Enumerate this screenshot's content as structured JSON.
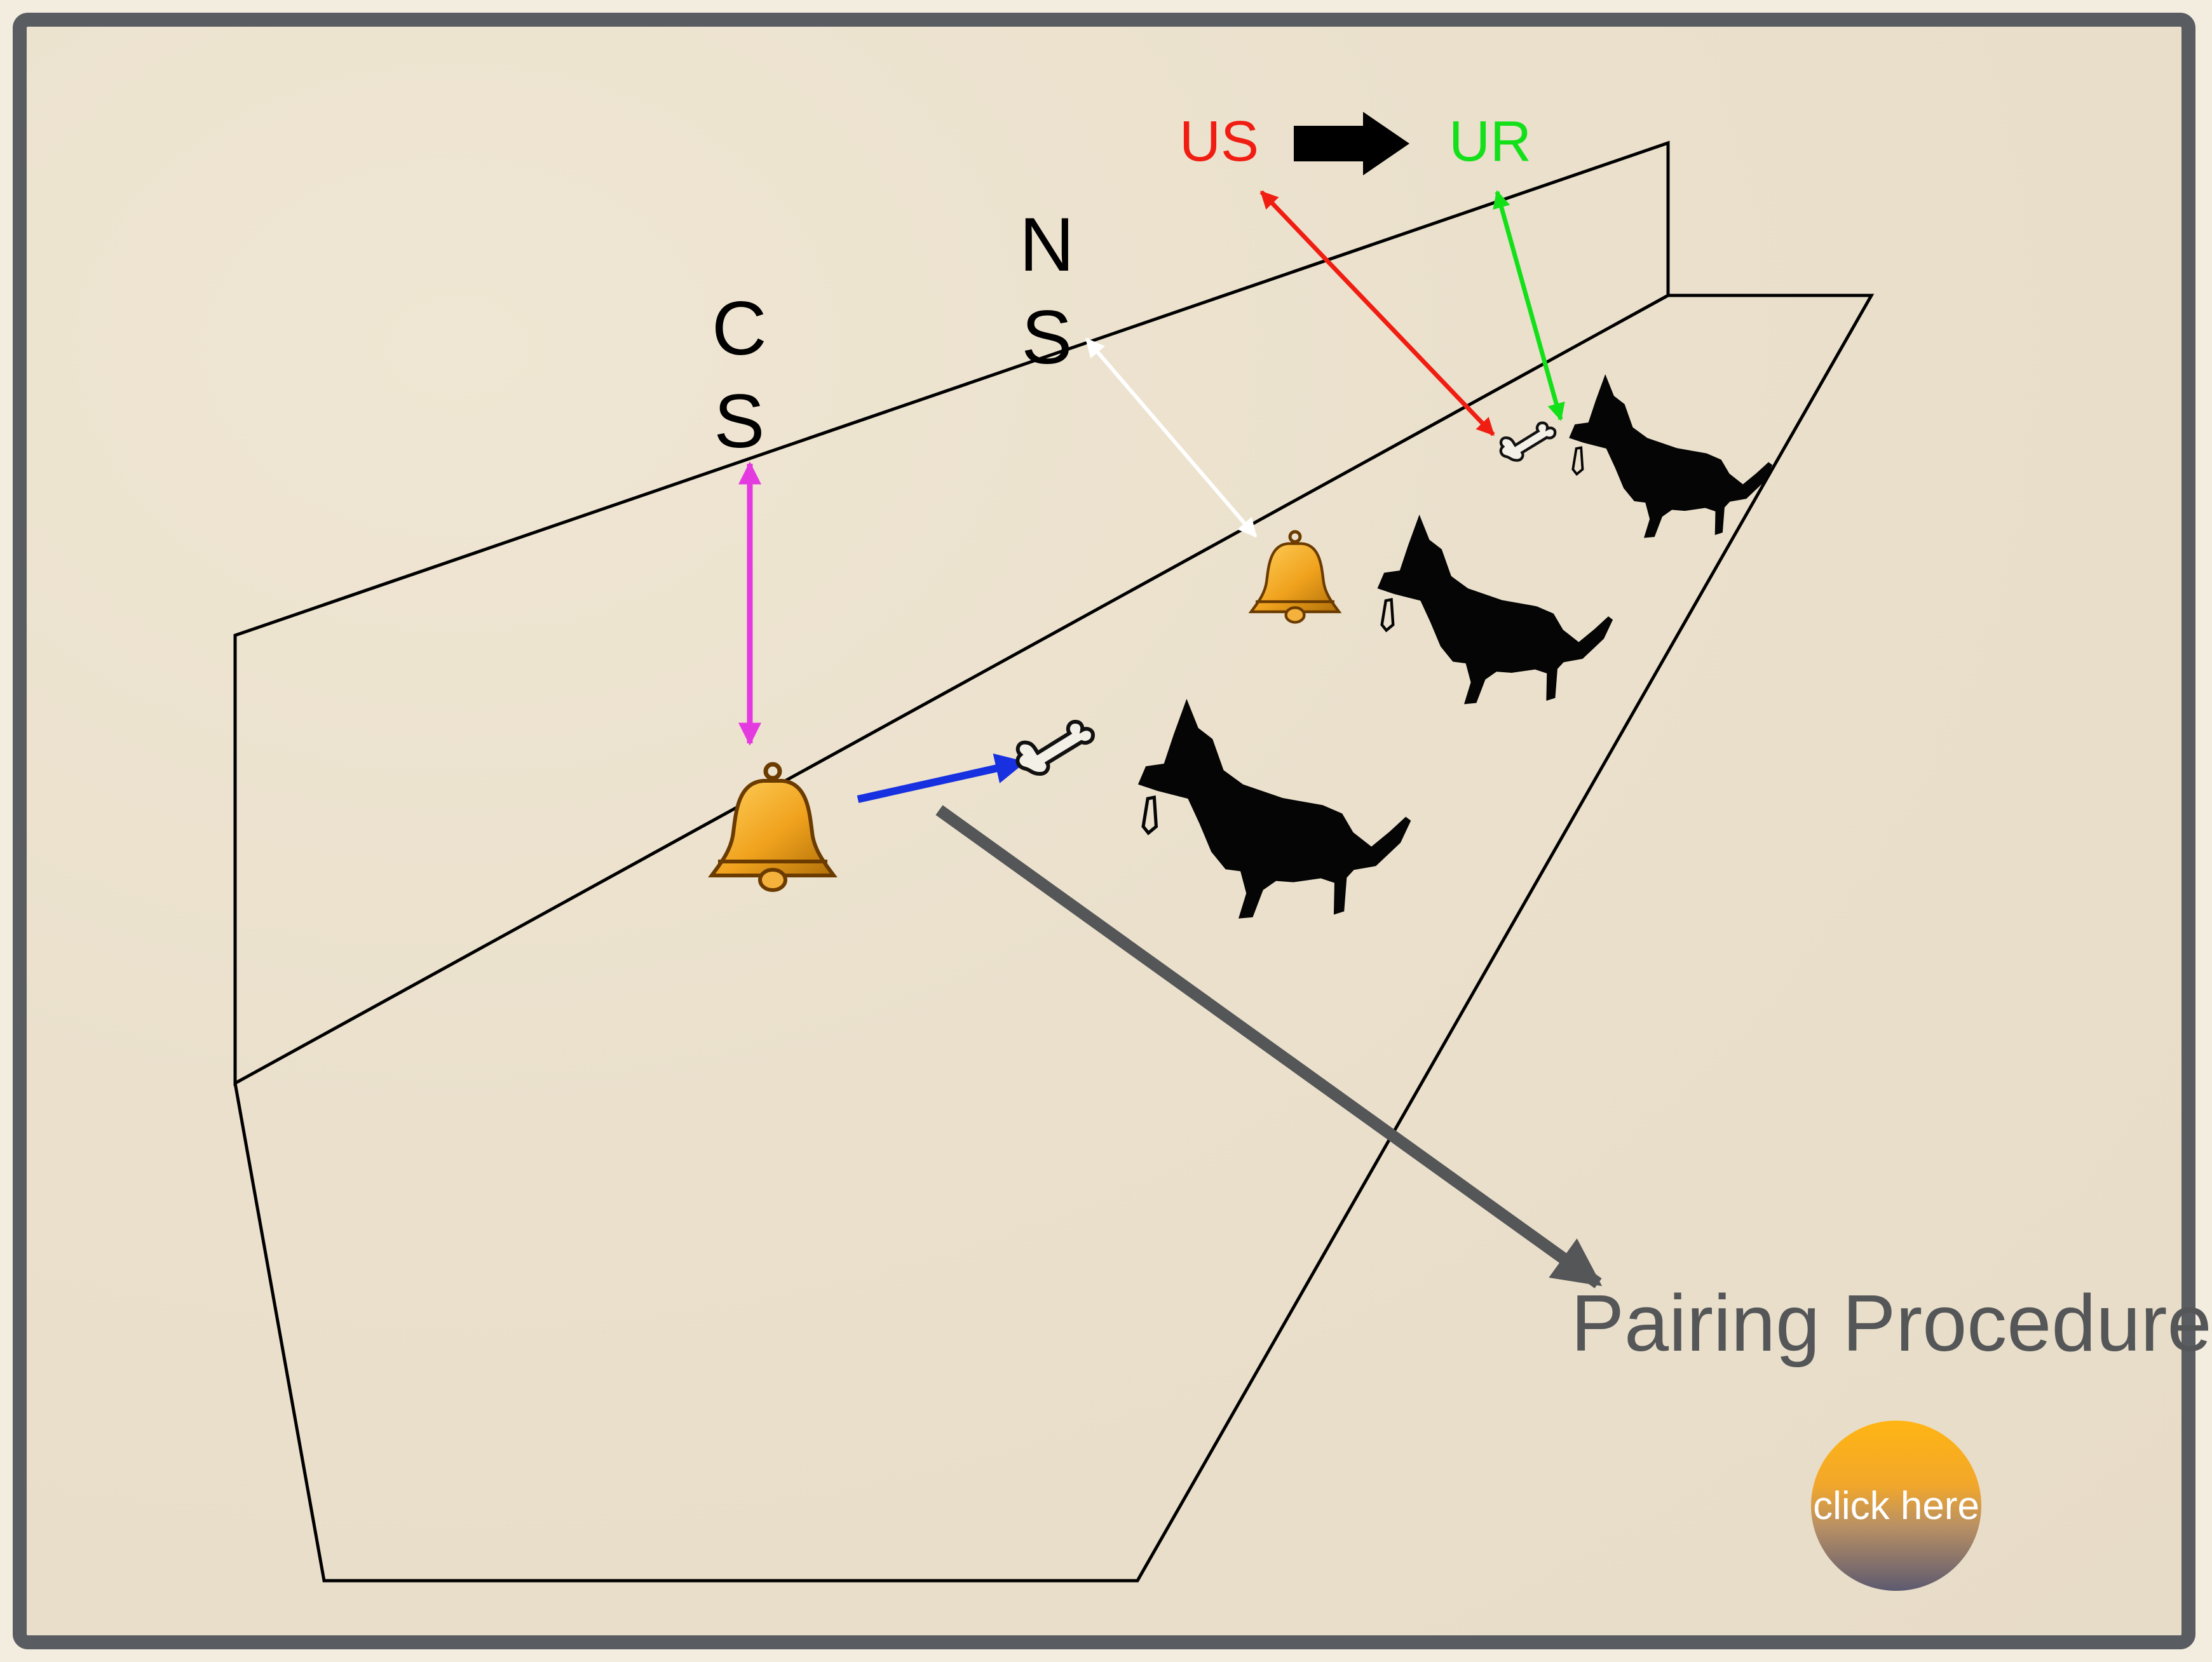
{
  "labels": {
    "cs": [
      "C",
      "S"
    ],
    "ns": [
      "N",
      "S"
    ],
    "us": "US",
    "ur": "UR",
    "pairing": "Pairing Procedure"
  },
  "button": {
    "label": "click here"
  },
  "colors": {
    "us": "#f01e12",
    "ur": "#14e019",
    "cs_arrow": "#e43be0",
    "ns_arrow": "#ffffff",
    "pairing_arrow": "#545658",
    "blue_arrow": "#1730e0",
    "bell": "#f0a21d"
  },
  "icons": [
    "bell-icon",
    "bone-icon",
    "dog-icon",
    "arrow-right-icon"
  ]
}
